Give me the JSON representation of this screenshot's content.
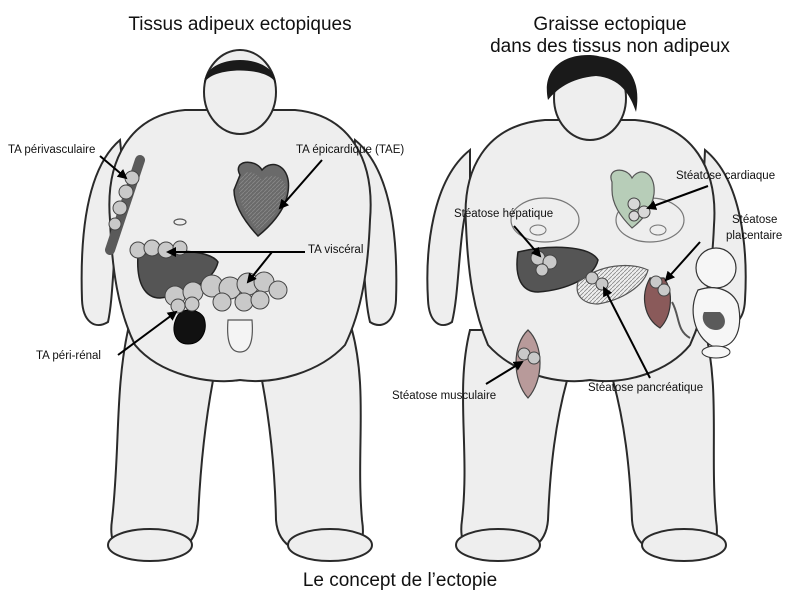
{
  "figure": {
    "left_title": "Tissus adipeux ectopiques",
    "right_title_line1": "Graisse ectopique",
    "right_title_line2": "dans des tissus non adipeux",
    "caption": "Le concept de l’ectopie"
  },
  "left_labels": {
    "perivascular": "TA périvasculaire",
    "epicardial": "TA épicardique (TAE)",
    "visceral": "TA viscéral",
    "perirenal": "TA péri-rénal"
  },
  "right_labels": {
    "cardiac": "Stéatose cardiaque",
    "hepatic": "Stéatose hépatique",
    "placental_line1": "Stéatose",
    "placental_line2": "placentaire",
    "muscular": "Stéatose musculaire",
    "pancreatic": "Stéatose pancréatique"
  },
  "colors": {
    "skin": "#eeeeee",
    "outline": "#2a2a2a",
    "hair": "#1a1a1a",
    "fat_lobule": "#c9c9c9",
    "liver": "#555555",
    "heart": "#6a6a6a",
    "kidney": "#111111",
    "arrow": "#000000",
    "cardiac_tint": "#b7cdb8",
    "muscle_tint": "#b89a9a",
    "placenta_tint": "#8a5a5a"
  }
}
